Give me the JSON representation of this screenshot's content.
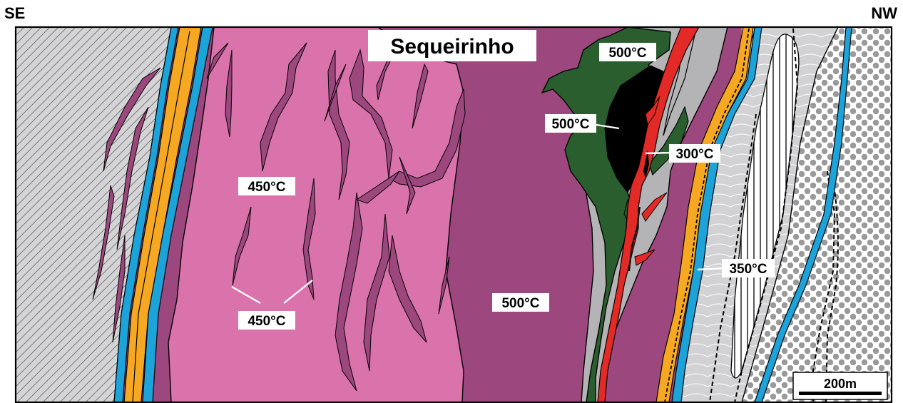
{
  "orientation": {
    "left": "SE",
    "right": "NW"
  },
  "title": "Sequeirinho",
  "labels": {
    "pink_upper": "450°C",
    "pink_lower": "450°C",
    "purple_center": "500°C",
    "green_top": "500°C",
    "black_body": "500°C",
    "red_vein": "300°C",
    "nw_contact": "350°C"
  },
  "scale_bar": {
    "label": "200m"
  },
  "colors": {
    "hatched_rock": "#d4d4d6",
    "blue_band": "#1ca3da",
    "orange_band": "#f7a823",
    "pink": "#da72ab",
    "purple": "#9c487e",
    "dark_green": "#2a5e2e",
    "black": "#000000",
    "red": "#e42a26",
    "gray": "#b4b4b6",
    "wavy_gray": "#d2d2d4"
  }
}
